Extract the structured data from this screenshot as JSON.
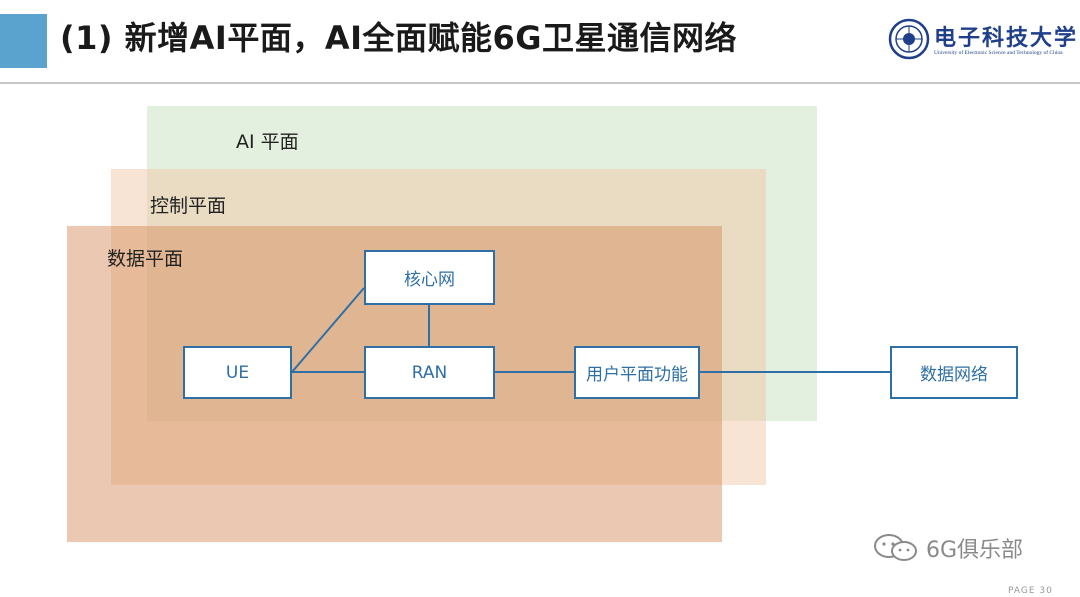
{
  "header": {
    "title": "(1) 新增AI平面，AI全面赋能6G卫星通信网络",
    "logo_text": "电子科技大学",
    "logo_subtext": "University of Electronic Science and Technology of China"
  },
  "planes": {
    "ai": "AI 平面",
    "control": "控制平面",
    "data": "数据平面"
  },
  "nodes": {
    "core": "核心网",
    "ue": "UE",
    "ran": "RAN",
    "upf": "用户平面功能",
    "dn": "数据网络"
  },
  "footer": {
    "watermark": "6G俱乐部",
    "page": "PAGE 30"
  },
  "colors": {
    "accent": "#5ba3cf",
    "node_border": "#2e6fa6",
    "ai_plane": "#cde4c4",
    "control_plane": "#f0c4a0",
    "data_plane": "#d68c5c"
  }
}
